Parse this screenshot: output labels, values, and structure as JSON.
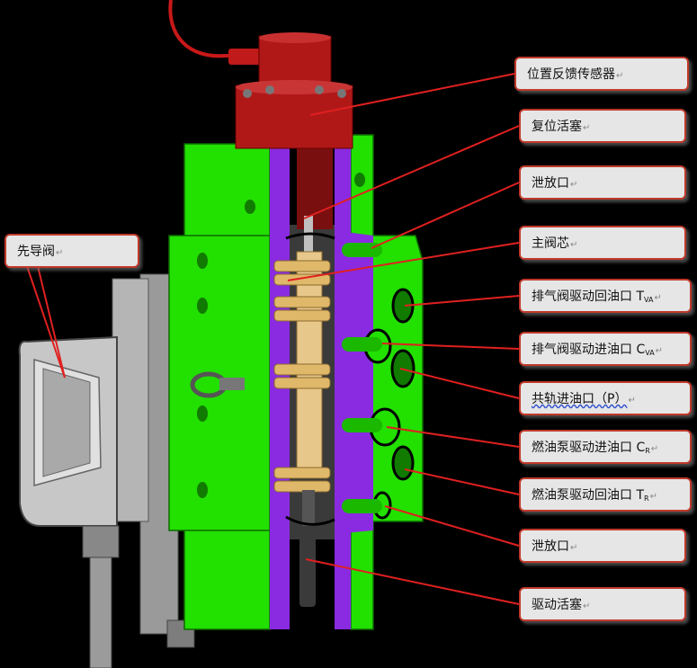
{
  "labels": {
    "position_sensor": "位置反馈传感器",
    "reset_piston": "复位活塞",
    "drain_top": "泄放口",
    "main_spool": "主阀芯",
    "pilot_valve": "先导阀",
    "exhaust_return": "排气阀驱动回油口 T",
    "exhaust_return_sub": "VA",
    "exhaust_inlet": "排气阀驱动进油口 C",
    "exhaust_inlet_sub": "VA",
    "common_rail": "共轨进油口（P）",
    "fuel_pump_inlet": "燃油泵驱动进油口 C",
    "fuel_pump_inlet_sub": "R",
    "fuel_pump_return": "燃油泵驱动回油口 T",
    "fuel_pump_return_sub": "R",
    "drain_bottom": "泄放口",
    "drive_piston": "驱动活塞",
    "para_mark": "↵"
  },
  "colors": {
    "background": "#000000",
    "body_green": "#22e000",
    "section_purple": "#8a2be2",
    "sensor_red": "#b01818",
    "spool_tan": "#e8c88a",
    "callout_fill": "#e6e6e6",
    "callout_border": "#c0392b",
    "leader_line": "#e02020"
  }
}
